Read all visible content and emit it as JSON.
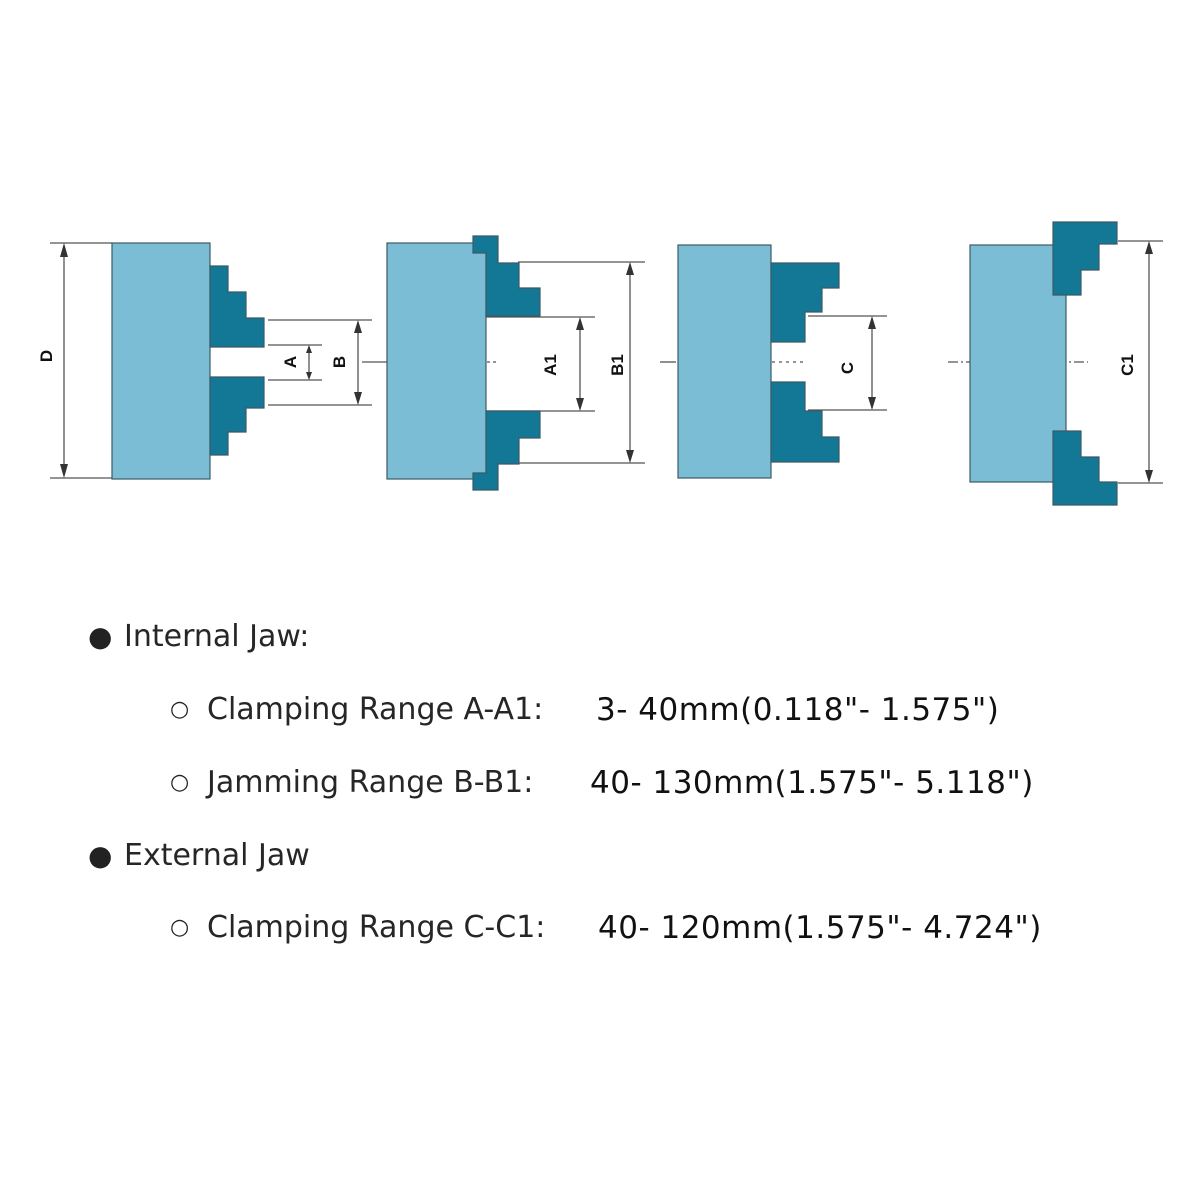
{
  "colors": {
    "chuck_body": "#7bbdd5",
    "jaw": "#127895",
    "outline": "#3c5a66",
    "dimension_line": "#555555",
    "text": "#262626"
  },
  "diagram": {
    "labels": {
      "d": "D",
      "a": "A",
      "b": "B",
      "a1": "A1",
      "b1": "B1",
      "c": "C",
      "c1": "C1"
    }
  },
  "specs": {
    "internal_heading": "Internal Jaw:",
    "clamping_a_label": "Clamping Range A-A1:",
    "clamping_a_value": "3- 40mm(0.118\"- 1.575\")",
    "jamming_b_label": "Jamming Range B-B1:",
    "jamming_b_value": "40- 130mm(1.575\"- 5.118\")",
    "external_heading": "External Jaw",
    "clamping_c_label": "Clamping Range C-C1:",
    "clamping_c_value": "40- 120mm(1.575\"- 4.724\")"
  }
}
